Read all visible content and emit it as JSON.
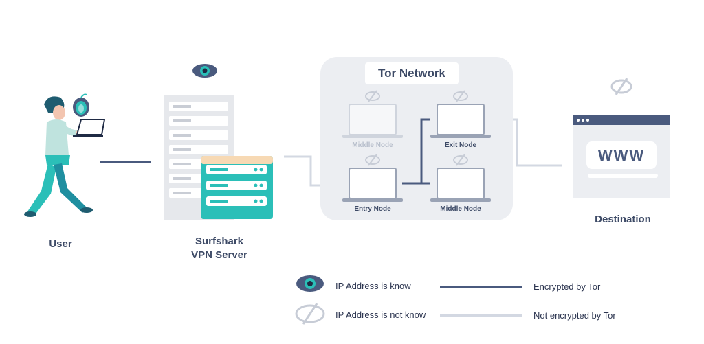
{
  "labels": {
    "user": "User",
    "vpn_line1": "Surfshark",
    "vpn_line2": "VPN Server",
    "destination": "Destination",
    "tor_network": "Tor Network",
    "www": "WWW"
  },
  "nodes": {
    "middle_top": "Middle Node",
    "exit": "Exit Node",
    "entry": "Entry Node",
    "middle_bottom": "Middle Node"
  },
  "legend": {
    "known": "IP Address is know",
    "unknown": "IP Address is not know",
    "encrypted": "Encrypted by Tor",
    "not_encrypted": "Not encrypted by Tor"
  },
  "colors": {
    "navy": "#4a5a7e",
    "light_line": "#d3d8e2",
    "teal": "#2bbfb8",
    "tor_bg": "#eceef2",
    "server_gray": "#dfe2e7"
  }
}
